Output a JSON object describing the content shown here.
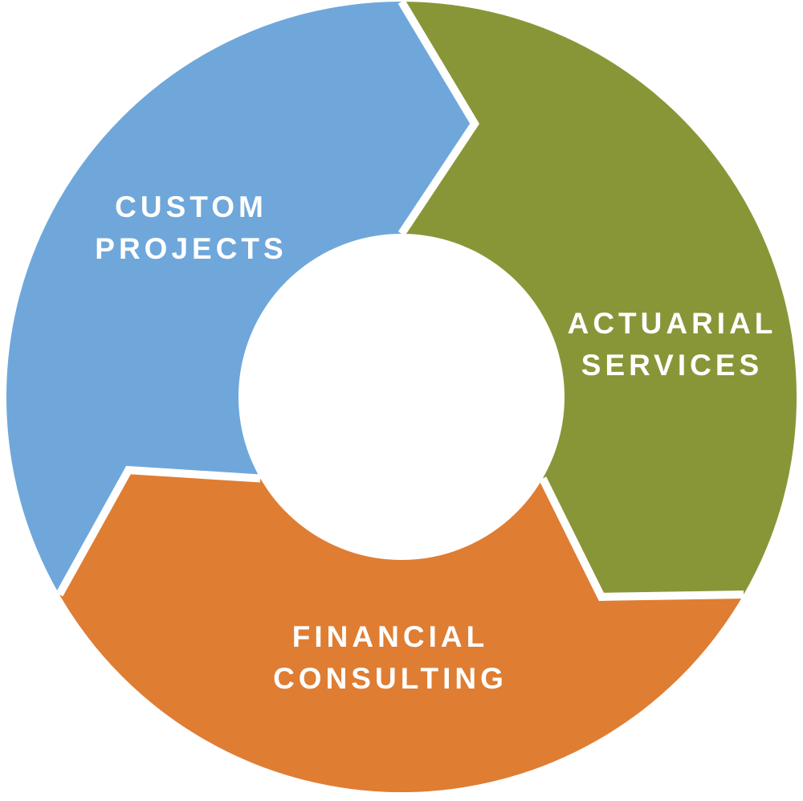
{
  "diagram": {
    "type": "cycle",
    "background_color": "#FFFFFF",
    "divider_color": "#FFFFFF",
    "label_color": "#FFFFFF",
    "segments": [
      {
        "id": "custom-projects",
        "color": "#6FA7DB",
        "label_lines": [
          "CUSTOM",
          "PROJECTS"
        ]
      },
      {
        "id": "actuarial-services",
        "color": "#899638",
        "label_lines": [
          "ACTUARIAL",
          "SERVICES"
        ]
      },
      {
        "id": "financial-consulting",
        "color": "#DF7D33",
        "label_lines": [
          "FINANCIAL",
          "CONSULTING"
        ]
      }
    ]
  }
}
